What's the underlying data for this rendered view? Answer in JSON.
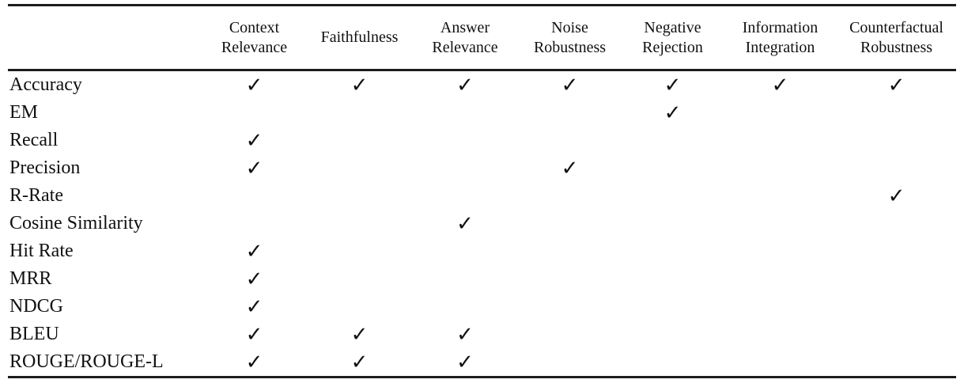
{
  "table": {
    "columns": [
      "Context Relevance",
      "Faithfulness",
      "Answer Relevance",
      "Noise Robustness",
      "Negative Rejection",
      "Information Integration",
      "Counterfactual Robustness"
    ],
    "corner_label": "",
    "check_glyph": "✓",
    "rows": [
      {
        "metric": "Accuracy",
        "checks": [
          true,
          true,
          true,
          true,
          true,
          true,
          true
        ]
      },
      {
        "metric": "EM",
        "checks": [
          false,
          false,
          false,
          false,
          true,
          false,
          false
        ]
      },
      {
        "metric": "Recall",
        "checks": [
          true,
          false,
          false,
          false,
          false,
          false,
          false
        ]
      },
      {
        "metric": "Precision",
        "checks": [
          true,
          false,
          false,
          true,
          false,
          false,
          false
        ]
      },
      {
        "metric": "R-Rate",
        "checks": [
          false,
          false,
          false,
          false,
          false,
          false,
          true
        ]
      },
      {
        "metric": "Cosine Similarity",
        "checks": [
          false,
          false,
          true,
          false,
          false,
          false,
          false
        ]
      },
      {
        "metric": "Hit Rate",
        "checks": [
          true,
          false,
          false,
          false,
          false,
          false,
          false
        ]
      },
      {
        "metric": "MRR",
        "checks": [
          true,
          false,
          false,
          false,
          false,
          false,
          false
        ]
      },
      {
        "metric": "NDCG",
        "checks": [
          true,
          false,
          false,
          false,
          false,
          false,
          false
        ]
      },
      {
        "metric": "BLEU",
        "checks": [
          true,
          true,
          true,
          false,
          false,
          false,
          false
        ]
      },
      {
        "metric": "ROUGE/ROUGE-L",
        "checks": [
          true,
          true,
          true,
          false,
          false,
          false,
          false
        ]
      }
    ]
  },
  "colors": {
    "text": "#111111",
    "rule": "#1c1c1c",
    "background": "#ffffff"
  }
}
